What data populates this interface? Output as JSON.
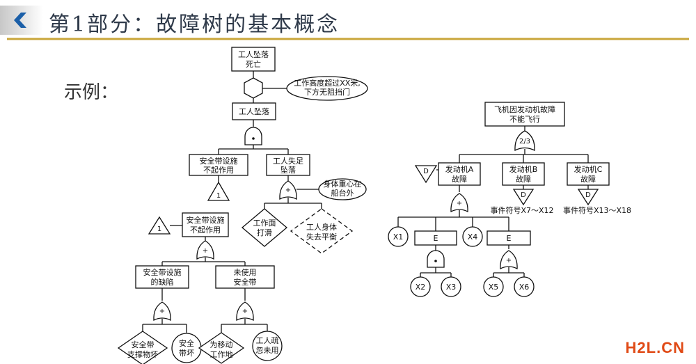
{
  "header": {
    "title": "第1部分：故障树的基本概念",
    "accent_color": "#c9a63a",
    "tab_color": "#1b5fa8"
  },
  "subtitle": "示例：",
  "left_tree": {
    "top_event": [
      "工人坠落",
      "死亡"
    ],
    "condition": [
      "工作高度超过XX米,",
      "下方无阻挡门"
    ],
    "event_fall": "工人坠落",
    "belt_fail": [
      "安全带设施",
      "不起作用"
    ],
    "worker_slip": [
      "工人失足",
      "坠落"
    ],
    "transfer_in_label": "1",
    "center_of_gravity": [
      "身体重心在",
      "船台外"
    ],
    "slippery": [
      "工作面",
      "打滑"
    ],
    "lose_balance": [
      "工人身体",
      "失去平衡"
    ],
    "transfer_out_label": "1",
    "belt_fail_2": [
      "安全带设施",
      "不起作用"
    ],
    "belt_defect": [
      "安全带设施",
      "的缺陷"
    ],
    "not_used": [
      "未使用",
      "安全带"
    ],
    "leaf_a": [
      "安全带",
      "支撑物坏"
    ],
    "leaf_b": [
      "安全",
      "带坏"
    ],
    "leaf_c": [
      "为移动",
      "工作地"
    ],
    "leaf_d": [
      "工人疏",
      "忽未用"
    ]
  },
  "right_tree": {
    "top_event": [
      "飞机因发动机故障",
      "不能飞行"
    ],
    "vote_gate": "2/3",
    "d_label": "D",
    "engine_a": [
      "发动机A",
      "故障"
    ],
    "engine_b": [
      "发动机B",
      "故障"
    ],
    "engine_c": [
      "发动机C",
      "故障"
    ],
    "symbol_b": "事件符号X7～X12",
    "symbol_c": "事件符号X13～X18",
    "x1": "X1",
    "x2": "X2",
    "x3": "X3",
    "x4": "X4",
    "x5": "X5",
    "x6": "X6",
    "e1": "E",
    "e2": "E"
  },
  "watermark": "H2L.CN"
}
